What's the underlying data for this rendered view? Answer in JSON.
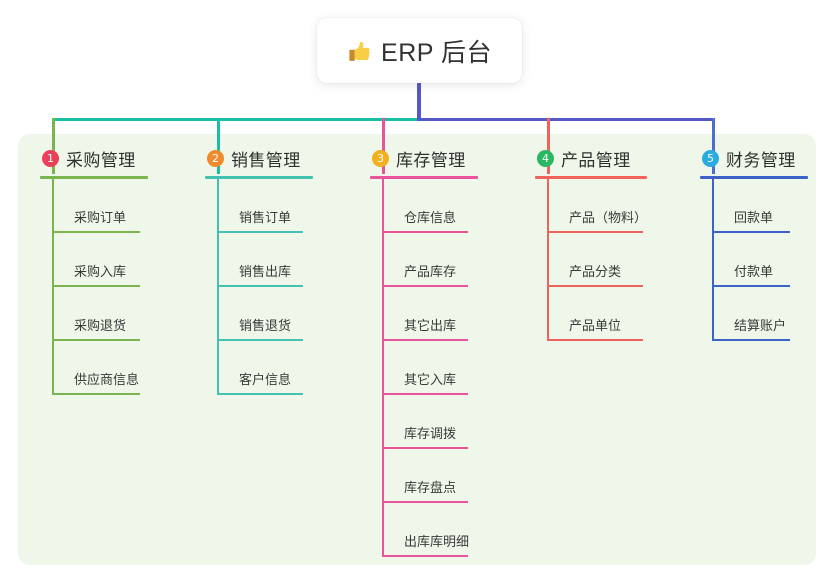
{
  "root": {
    "icon": "thumbs-up-icon",
    "title": "ERP 后台"
  },
  "colors": {
    "panel_bg": "#eef7e9",
    "page_bg": "#ffffff",
    "root_text": "#323232",
    "stem": "#5558c8",
    "bus_left": "#18bfa4",
    "bus_right": "#5558c8"
  },
  "columns": [
    {
      "number": "1",
      "title": "采购管理",
      "badge_color": "#ec4058",
      "line_color": "#7cb450",
      "drop_color": "#7cb450",
      "items": [
        "采购订单",
        "采购入库",
        "采购退货",
        "供应商信息"
      ]
    },
    {
      "number": "2",
      "title": "销售管理",
      "badge_color": "#f08a2c",
      "line_color": "#44c2b1",
      "drop_color": "#18bfa4",
      "items": [
        "销售订单",
        "销售出库",
        "销售退货",
        "客户信息"
      ]
    },
    {
      "number": "3",
      "title": "库存管理",
      "badge_color": "#f2b01e",
      "line_color": "#e8549a",
      "drop_color": "#e8549a",
      "items": [
        "仓库信息",
        "产品库存",
        "其它出库",
        "其它入库",
        "库存调拨",
        "库存盘点",
        "出库库明细"
      ]
    },
    {
      "number": "4",
      "title": "产品管理",
      "badge_color": "#27b861",
      "line_color": "#f0635c",
      "drop_color": "#f0635c",
      "items": [
        "产品（物料）",
        "产品分类",
        "产品单位"
      ]
    },
    {
      "number": "5",
      "title": "财务管理",
      "badge_color": "#2aabdf",
      "line_color": "#3d63c9",
      "drop_color": "#4a6fd0",
      "items": [
        "回款单",
        "付款单",
        "结算账户"
      ]
    }
  ]
}
